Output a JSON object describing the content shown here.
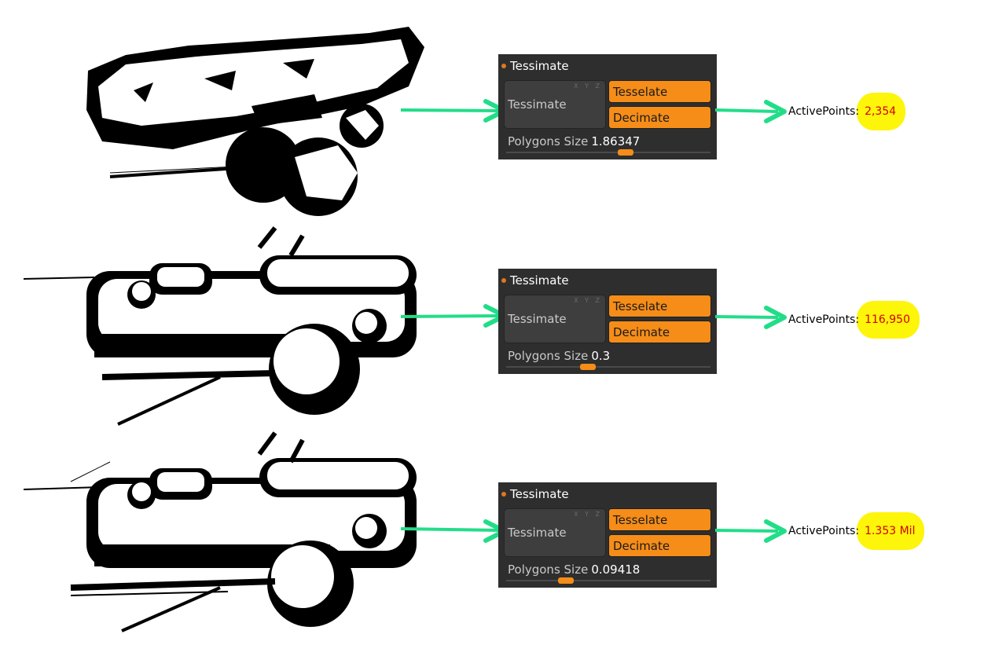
{
  "colors": {
    "arrow": "#22dd88",
    "orange": "#f58d18",
    "panel": "#2e2e2e",
    "highlight": "#fdf50a",
    "value_red": "#d40000"
  },
  "rows": [
    {
      "panel": {
        "title": "Tessimate",
        "button_label": "Tessimate",
        "xyz": "X Y Z",
        "tesselate": "Tesselate",
        "decimate": "Decimate",
        "slider_label": "Polygons Size",
        "slider_value": "1.86347"
      },
      "active_points": {
        "label": "ActivePoints:",
        "value": "2,354"
      }
    },
    {
      "panel": {
        "title": "Tessimate",
        "button_label": "Tessimate",
        "xyz": "X Y Z",
        "tesselate": "Tesselate",
        "decimate": "Decimate",
        "slider_label": "Polygons Size",
        "slider_value": "0.3"
      },
      "active_points": {
        "label": "ActivePoints:",
        "value": "116,950"
      }
    },
    {
      "panel": {
        "title": "Tessimate",
        "button_label": "Tessimate",
        "xyz": "X Y Z",
        "tesselate": "Tesselate",
        "decimate": "Decimate",
        "slider_label": "Polygons Size",
        "slider_value": "0.09418"
      },
      "active_points": {
        "label": "ActivePoints:",
        "value": "1.353 Mil"
      }
    }
  ]
}
